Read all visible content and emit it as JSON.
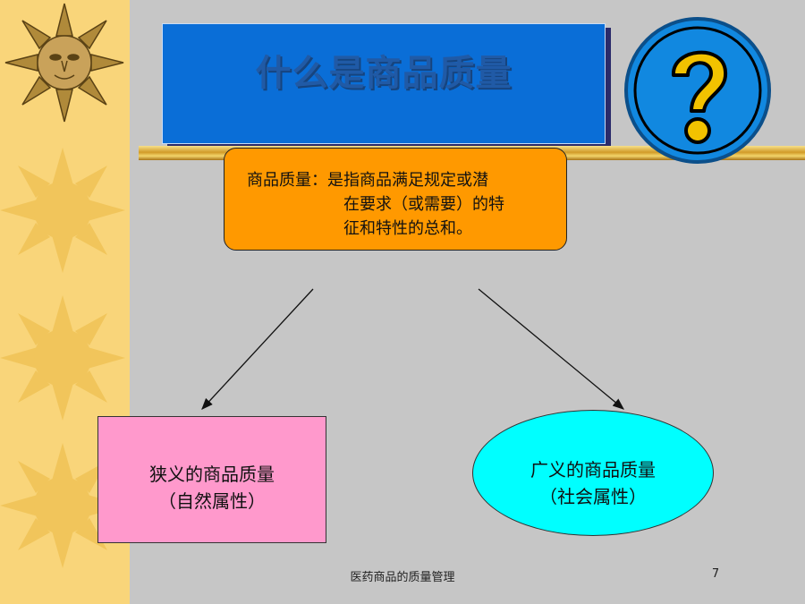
{
  "slide": {
    "title": "什么是商品质量",
    "definition": {
      "line1": "商品质量：是指商品满足规定或潜",
      "line2": "在要求（或需要）的特",
      "line3": "征和特性的总和。"
    },
    "narrow": {
      "title": "狭义的商品质量",
      "subtitle": "（自然属性）"
    },
    "broad": {
      "title": "广义的商品质量",
      "subtitle": "（社会属性）"
    },
    "footer": "医药商品的质量管理",
    "page_number": "7"
  },
  "colors": {
    "background": "#c6c6c6",
    "stripe": "#f9d57a",
    "title_box": "#0a6ed7",
    "definition_box": "#ff9900",
    "narrow_box": "#ff99cc",
    "broad_ellipse": "#00ffff",
    "question_circle": "#1188e0",
    "question_mark": "#f2c200"
  },
  "icons": [
    "sun-face-icon",
    "sun-icon",
    "question-mark-icon"
  ]
}
